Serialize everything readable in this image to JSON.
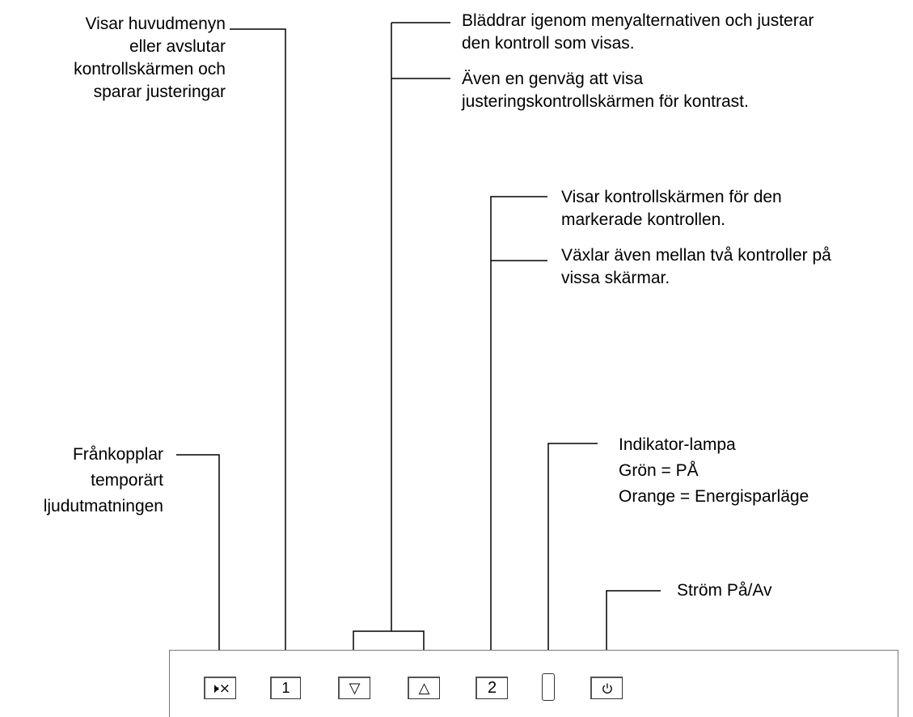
{
  "annotations": {
    "menu": [
      "Visar huvudmenyn",
      "eller avslutar",
      "kontrollskärmen och",
      "sparar justeringar"
    ],
    "navigate": [
      "Bläddrar igenom menyalternativen och justerar",
      "den kontroll som visas."
    ],
    "contrast": [
      "Även en genväg att visa",
      "justeringskontrollskärmen för kontrast."
    ],
    "select": [
      "Visar kontrollskärmen för den",
      "markerade kontrollen."
    ],
    "toggle": [
      "Växlar även mellan två kontroller på",
      "vissa skärmar."
    ],
    "mute": [
      "Frånkopplar",
      "temporärt",
      "ljudutmatningen"
    ],
    "indicator": [
      "Indikator-lampa",
      "Grön = PÅ",
      "Orange = Energisparläge"
    ],
    "power": "Ström På/Av"
  },
  "buttons": {
    "mute": "🕨×",
    "one": "1",
    "down": "▽",
    "up": "△",
    "two": "2",
    "power": "⏻"
  }
}
